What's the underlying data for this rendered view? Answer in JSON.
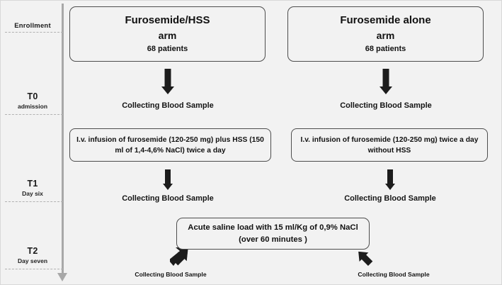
{
  "figure": {
    "type": "clinical-trial-flow-diagram",
    "background_color": "#f2f2f2",
    "box_border_color": "#4d4d4d",
    "arrow_color": "#1c1c1c",
    "timeline_color": "#a8a8a8"
  },
  "timeline": {
    "axis_name": "study-timeline",
    "stages": [
      {
        "id": "enrollment",
        "label": "Enrollment",
        "sublabel": ""
      },
      {
        "id": "t0",
        "label": "T0",
        "sublabel": "admission"
      },
      {
        "id": "t1",
        "label": "T1",
        "sublabel": "Day six"
      },
      {
        "id": "t2",
        "label": "T2",
        "sublabel": "Day seven"
      }
    ]
  },
  "arms": {
    "left": {
      "title": "Furosemide/HSS",
      "subtitle": "arm",
      "count": "68 patients",
      "treatment": "I.v. infusion of furosemide (120-250 mg) plus HSS (150 ml of 1,4-4,6% NaCl) twice a day",
      "sample_t0": "Collecting Blood Sample",
      "sample_t1": "Collecting Blood Sample",
      "sample_t2": "Collecting Blood Sample"
    },
    "right": {
      "title": "Furosemide alone",
      "subtitle": "arm",
      "count": "68 patients",
      "treatment": "I.v.  infusion of furosemide (120-250 mg) twice a day without HSS",
      "sample_t0": "Collecting Blood Sample",
      "sample_t1": "Collecting Blood Sample",
      "sample_t2": "Collecting Blood Sample"
    }
  },
  "shared_step": {
    "label": "Acute saline load with 15 ml/Kg of 0,9% NaCl (over 60 minutes )"
  }
}
